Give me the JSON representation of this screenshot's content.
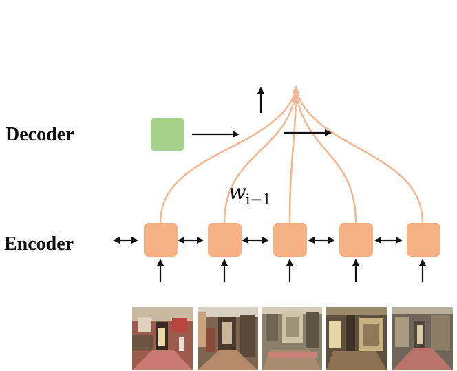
{
  "labels": {
    "decoder": "Decoder",
    "encoder": "Encoder"
  },
  "annotation": {
    "var": "w",
    "sub": "i−1"
  },
  "colors": {
    "encoder_block": "#f5b083",
    "decoder_block": "#a6d18a",
    "connection": "#f2b892",
    "arrow": "#111111",
    "floor": "#c26b6b"
  },
  "encoder_block_count": 5,
  "images": [
    {
      "name": "panorama-1-image",
      "wall": "#9c5a4d",
      "floor": "#c97a72",
      "accent": "#d98f7f"
    },
    {
      "name": "panorama-2-image",
      "wall": "#7b6550",
      "floor": "#b48a6a",
      "accent": "#c9b59a"
    },
    {
      "name": "panorama-3-image",
      "wall": "#8a7f69",
      "floor": "#a88a6f",
      "accent": "#d0c4a8"
    },
    {
      "name": "panorama-4-image",
      "wall": "#5f503e",
      "floor": "#8d7152",
      "accent": "#c7b07f"
    },
    {
      "name": "panorama-5-image",
      "wall": "#6f6558",
      "floor": "#b97469",
      "accent": "#a99a82"
    }
  ]
}
